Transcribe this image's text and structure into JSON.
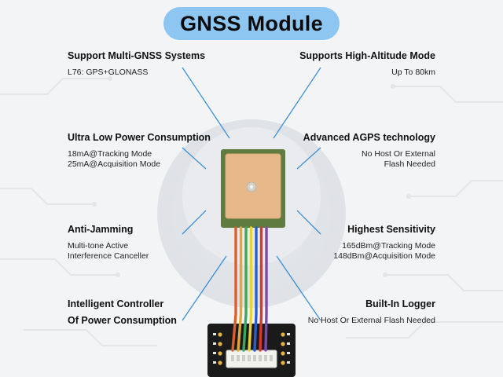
{
  "title": "GNSS Module",
  "features": [
    {
      "id": "multi-gnss",
      "title": "Support Multi-GNSS Systems",
      "desc": "L76: GPS+GLONASS"
    },
    {
      "id": "altitude",
      "title": "Supports High-Altitude Mode",
      "desc": "Up To 80km"
    },
    {
      "id": "low-power",
      "title": "Ultra Low Power Consumption",
      "desc": "18mA@Tracking Mode\n25mA@Acquisition Mode"
    },
    {
      "id": "agps",
      "title": "Advanced AGPS technology",
      "desc": "No Host Or External\nFlash Needed"
    },
    {
      "id": "anti-jamming",
      "title": "Anti-Jamming",
      "desc": "Multi-tone Active\nInterference Canceller"
    },
    {
      "id": "sensitivity",
      "title": "Highest Sensitivity",
      "desc": "165dBm@Tracking Mode\n148dBm@Acquisition Mode"
    },
    {
      "id": "controller",
      "title": "Intelligent Controller",
      "desc": ""
    },
    {
      "id": "logger",
      "title": "Built-In Logger",
      "desc": "No Host Or External Flash Needed"
    },
    {
      "id": "controller-2",
      "title": "Of Power Consumption",
      "desc": ""
    }
  ],
  "colors": {
    "pill": "#8ec6f2",
    "line": "#3d8ed6",
    "antenna_ceramic": "#e7b98a",
    "antenna_pcb": "#5f7b3f",
    "board": "#1a1a1a"
  },
  "wires": [
    "#d9602a",
    "#e0a83a",
    "#3aa85a",
    "#e8d23a",
    "#2a5fc8",
    "#d8392f",
    "#7a4ab0"
  ]
}
